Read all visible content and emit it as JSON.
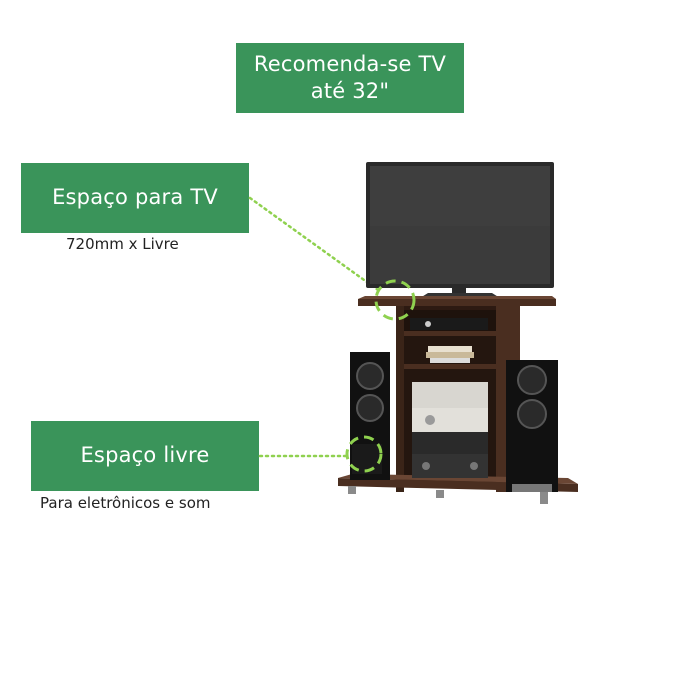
{
  "recommendation": {
    "line1": "Recomenda-se TV",
    "line2": "até 32\""
  },
  "tv_space": {
    "label": "Espaço para TV",
    "dimensions": "720mm x Livre"
  },
  "free_space": {
    "label": "Espaço livre",
    "description": "Para eletrônicos e som"
  },
  "colors": {
    "badge_green": "#3a945a",
    "callout_green": "#8fd14f",
    "wood": "#4a2e20",
    "wood_dark": "#3a2418"
  },
  "icons": {
    "tv": "tv-icon",
    "speaker": "speaker-icon",
    "stereo": "stereo-icon"
  }
}
